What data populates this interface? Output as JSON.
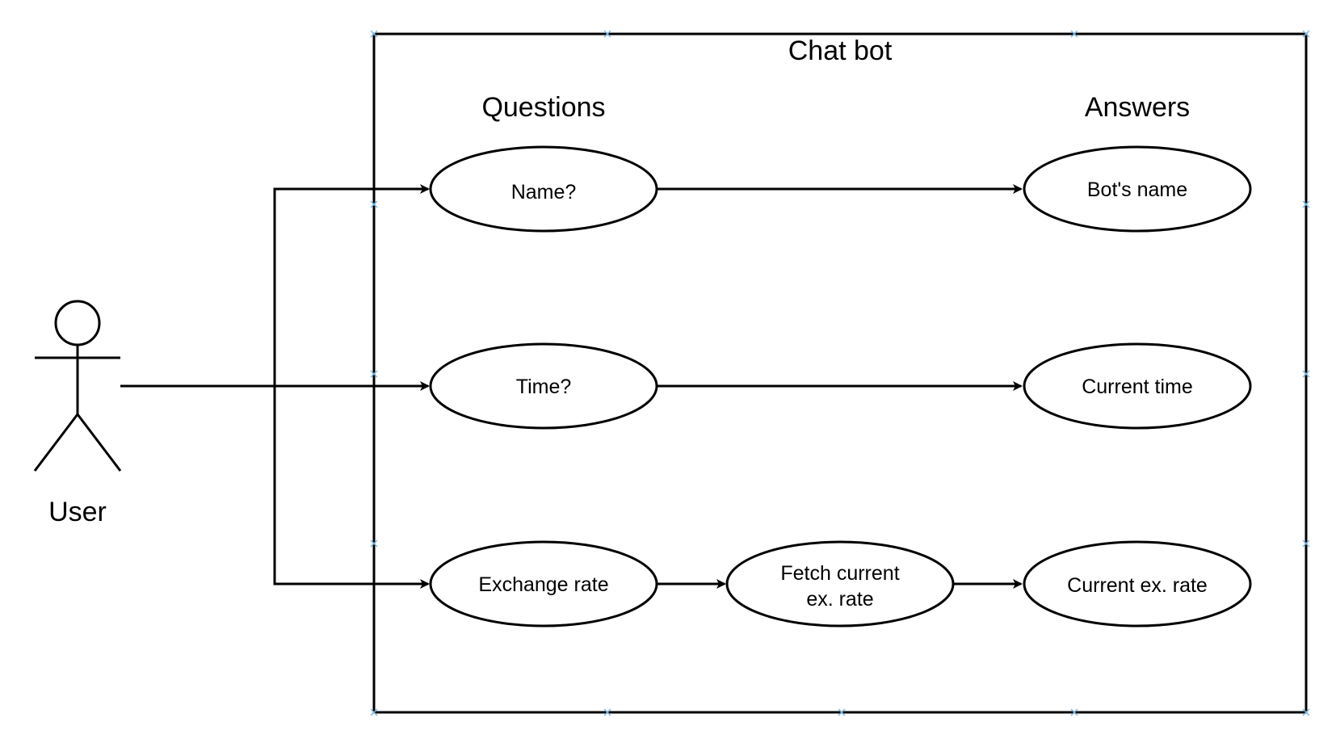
{
  "diagram": {
    "type": "use-case",
    "system": {
      "title": "Chat bot"
    },
    "columns": {
      "questions": "Questions",
      "answers": "Answers"
    },
    "actor": {
      "label": "User"
    },
    "nodes": {
      "name_q": {
        "label": "Name?"
      },
      "time_q": {
        "label": "Time?"
      },
      "exchange_q": {
        "label": "Exchange rate"
      },
      "fetch": {
        "line1": "Fetch current",
        "line2": "ex. rate"
      },
      "bot_name": {
        "label": "Bot's name"
      },
      "current_time": {
        "label": "Current time"
      },
      "current_ex": {
        "label": "Current ex. rate"
      }
    },
    "edges": [
      {
        "from": "actor",
        "to": "name_q"
      },
      {
        "from": "actor",
        "to": "time_q"
      },
      {
        "from": "actor",
        "to": "exchange_q"
      },
      {
        "from": "name_q",
        "to": "bot_name"
      },
      {
        "from": "time_q",
        "to": "current_time"
      },
      {
        "from": "exchange_q",
        "to": "fetch"
      },
      {
        "from": "fetch",
        "to": "current_ex"
      }
    ],
    "colors": {
      "stroke": "#000000",
      "selection_marker": "#7fb6e0",
      "background": "#ffffff"
    }
  }
}
